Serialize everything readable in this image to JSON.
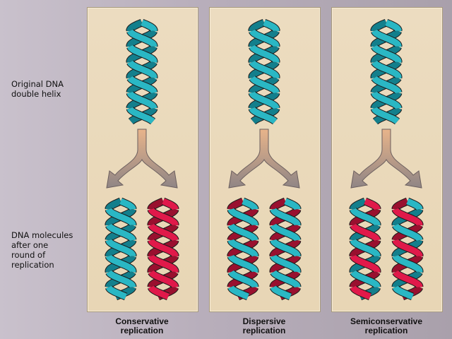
{
  "labels": {
    "original": "Original DNA\ndouble helix",
    "after": "DNA molecules\nafter one\nround of\nreplication"
  },
  "panels": [
    {
      "caption_line1": "Conservative",
      "caption_line2": "replication",
      "left_daughter": [
        "parent",
        "parent"
      ],
      "right_daughter": [
        "new",
        "new"
      ],
      "mixed": false
    },
    {
      "caption_line1": "Dispersive",
      "caption_line2": "replication",
      "left_daughter": [
        "mixed",
        "mixed"
      ],
      "right_daughter": [
        "mixed",
        "mixed"
      ],
      "mixed": true
    },
    {
      "caption_line1": "Semiconservative",
      "caption_line2": "replication",
      "left_daughter": [
        "new",
        "parent"
      ],
      "right_daughter": [
        "parent",
        "new"
      ],
      "mixed": false
    }
  ],
  "colors": {
    "parent": "#2ab7c4",
    "parent_dark": "#137f8c",
    "new": "#e0194a",
    "new_dark": "#99102f",
    "arrow_top": "#e8b48a",
    "arrow_bottom": "#8f8585"
  }
}
